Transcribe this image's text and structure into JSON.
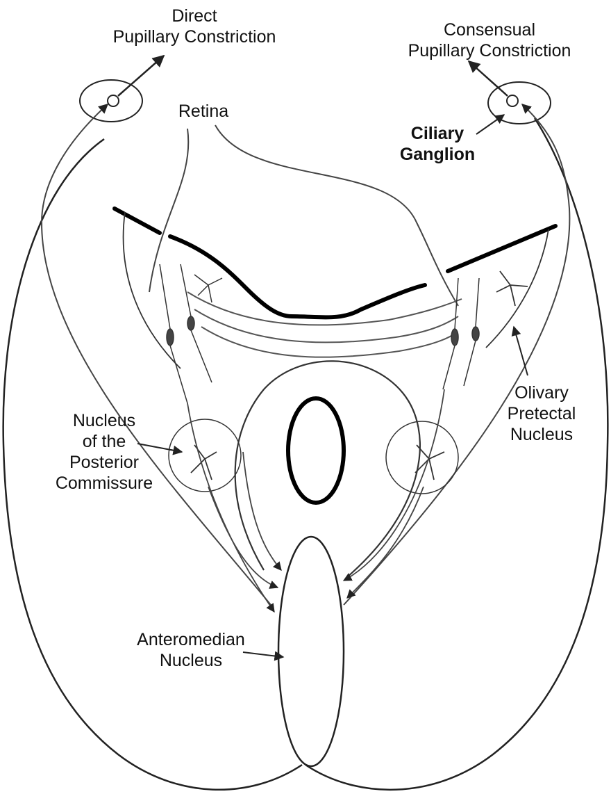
{
  "labels": {
    "direct": [
      "Direct",
      "Pupillary Constriction"
    ],
    "consensual": [
      "Consensual",
      "Pupillary Constriction"
    ],
    "retina": "Retina",
    "ciliary": [
      "Ciliary",
      "Ganglion"
    ],
    "olivary": [
      "Olivary",
      "Pretectal",
      "Nucleus"
    ],
    "posterior_commissure": [
      "Nucleus",
      "of the",
      "Posterior",
      "Commissure"
    ],
    "anteromedian": [
      "Anteromedian",
      "Nucleus"
    ]
  },
  "colors": {
    "outline": "#222222",
    "thick_outline": "#000000",
    "fiber": "#555555",
    "background": "#ffffff"
  }
}
